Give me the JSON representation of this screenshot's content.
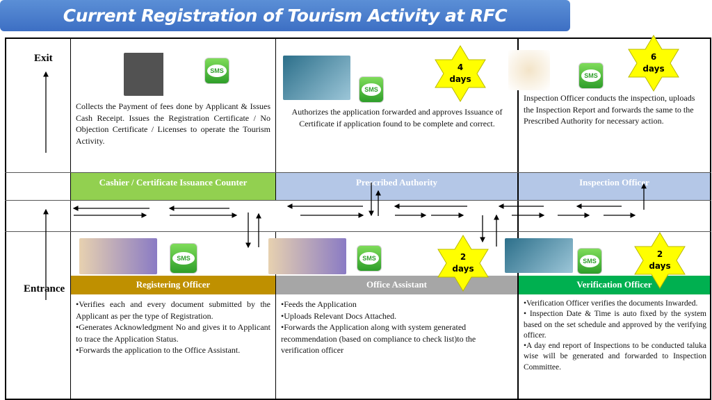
{
  "title": "Current Registration of Tourism Activity at RFC",
  "side": {
    "exit": "Exit",
    "entrance": "Entrance"
  },
  "top": {
    "cashier": {
      "header": "Cashier / Certificate Issuance Counter",
      "text": "Collects the Payment of fees done by Applicant & Issues Cash Receipt. Issues the Registration Certificate / No Objection Certificate / Licenses to operate the Tourism Activity."
    },
    "authority": {
      "header": "Prescribed Authority",
      "text": "Authorizes the application forwarded and approves Issuance of Certificate if application found to be complete and correct.",
      "days_num": "4",
      "days_label": "days"
    },
    "inspection": {
      "header": "Inspection Officer",
      "text": "Inspection Officer conducts the inspection, uploads the Inspection Report and forwards the same to the Prescribed Authority for necessary action.",
      "days_num": "6",
      "days_label": "days"
    }
  },
  "bottom": {
    "registering": {
      "header": "Registering Officer",
      "items": [
        "•Verifies each and every document submitted by the Applicant as per the type of Registration.",
        "•Generates Acknowledgment No and gives it to Applicant to trace the Application Status.",
        "•Forwards the application to the Office Assistant."
      ]
    },
    "assistant": {
      "header": "Office Assistant",
      "items": [
        "•Feeds the Application",
        "•Uploads Relevant Docs Attached.",
        "•Forwards the Application along with system generated recommendation (based on compliance to check list)to the verification officer"
      ],
      "days_num": "2",
      "days_label": "days"
    },
    "verification": {
      "header": "Verification Officer",
      "items": [
        "•Verification Officer verifies the documents Inwarded.",
        "• Inspection Date & Time is auto fixed by the system based on the set schedule and approved by the verifying officer.",
        "•A day end report of Inspections to be conducted taluka wise will be generated and forwarded to Inspection Committee."
      ],
      "days_num": "2",
      "days_label": "days"
    }
  },
  "sms_label": "SMS",
  "colors": {
    "cashier": "#92d050",
    "authority": "#b4c7e7",
    "registering": "#bf9000",
    "assistant": "#a6a6a6",
    "verification": "#00b050",
    "star": "#ffff00"
  }
}
